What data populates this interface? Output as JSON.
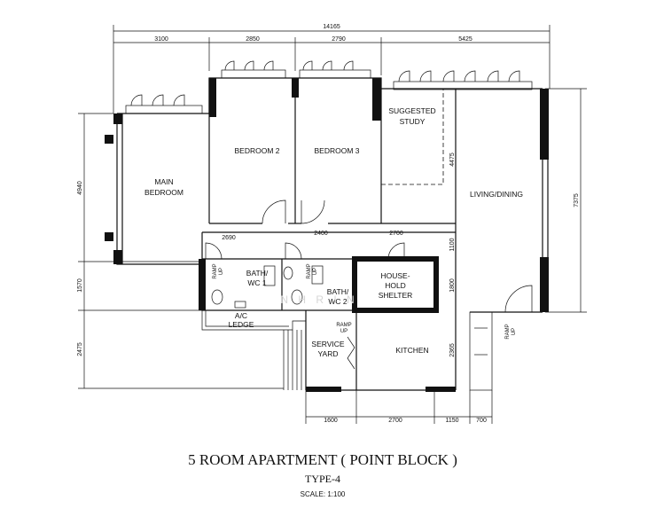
{
  "title": "5 ROOM APARTMENT ( POINT BLOCK )",
  "subtitle": "TYPE-4",
  "scale": "SCALE: 1:100",
  "watermark": "N   H   R   I   N",
  "dimensions": {
    "overall_top": "14165",
    "top": [
      "3100",
      "2850",
      "2790",
      "5425"
    ],
    "left": [
      "4940",
      "1570",
      "2475"
    ],
    "right": [
      "7375"
    ],
    "bottom": [
      "1600",
      "2700",
      "1150",
      "700"
    ],
    "inner_2690": "2690",
    "inner_2400": "2400",
    "inner_2700": "2700",
    "inner_1100": "1100",
    "inner_1800": "1800",
    "inner_2365": "2365",
    "inner_4475": "4475"
  },
  "rooms": {
    "main_bedroom": [
      "MAIN",
      "BEDROOM"
    ],
    "bedroom2": "BEDROOM 2",
    "bedroom3": "BEDROOM 3",
    "study": [
      "SUGGESTED",
      "STUDY"
    ],
    "living": "LIVING/DINING",
    "bath1": [
      "BATH/",
      "WC 1"
    ],
    "bath2": [
      "BATH/",
      "WC 2"
    ],
    "shelter": [
      "HOUSE-",
      "HOLD",
      "SHELTER"
    ],
    "ac_ledge": [
      "A/C",
      "LEDGE"
    ],
    "service_yard": [
      "SERVICE",
      "YARD"
    ],
    "kitchen": "KITCHEN",
    "ramp_up": [
      "RAMP",
      "UP"
    ]
  }
}
